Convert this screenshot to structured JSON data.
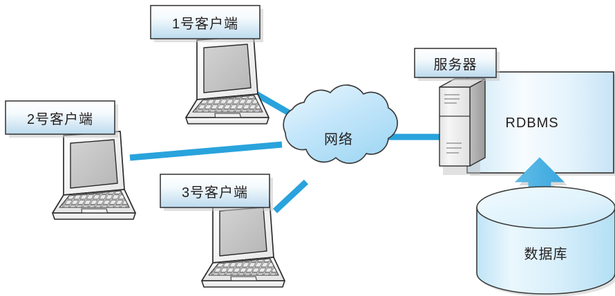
{
  "diagram": {
    "title_nodes": {
      "client1": "1号客户端",
      "client2": "2号客户端",
      "client3": "3号客户端",
      "server": "服务器"
    },
    "nodes": {
      "network": "网络",
      "rdbms": "RDBMS",
      "database": "数据库"
    },
    "colors": {
      "link_blue": "#29a3dc",
      "arrow_blue": "#4fb3e3",
      "cloud_fill_light": "#dff0fb",
      "cloud_fill_mid": "#a9dcf5",
      "outline": "#3b3b3b",
      "text": "#231f20",
      "label_box_fill_light": "#fdfefe",
      "label_box_fill_blue": "#bfdcef",
      "rdbms_fill": "#eaf5fc",
      "cylinder_fill": "#ddf0fa",
      "server_face": "#f0f0f0",
      "server_side": "#a8a8a8",
      "shadow": "#bcbcbc"
    },
    "icons": {
      "laptop": "laptop-icon",
      "cloud": "cloud-icon",
      "server_tower": "server-tower-icon",
      "cylinder": "database-cylinder-icon",
      "double_arrow": "double-headed-arrow-icon"
    },
    "links": [
      {
        "from": "client1",
        "to": "network"
      },
      {
        "from": "client2",
        "to": "network"
      },
      {
        "from": "client3",
        "to": "network"
      },
      {
        "from": "network",
        "to": "server"
      },
      {
        "from": "rdbms",
        "to": "database"
      }
    ]
  }
}
